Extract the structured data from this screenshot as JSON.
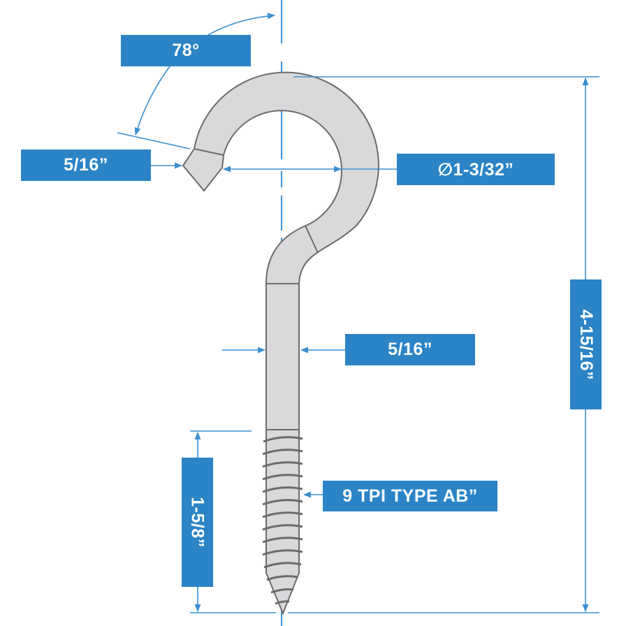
{
  "diagram": {
    "title": "Screw hook dimension drawing",
    "colors": {
      "label_bg": "#2a84c6",
      "label_text": "#ffffff",
      "dimension_line": "#3a8fd0",
      "metal_fill": "#d9d9dc",
      "metal_outline": "#6b6b6b"
    },
    "labels": {
      "opening_angle": "78°",
      "tip_wire_diameter": "5/16”",
      "hook_inner_diameter": "∅1-3/32”",
      "shank_diameter": "5/16”",
      "thread_spec": "9 TPI TYPE AB”",
      "thread_length": "1-5/8”",
      "overall_length": "4-15/16”"
    }
  }
}
